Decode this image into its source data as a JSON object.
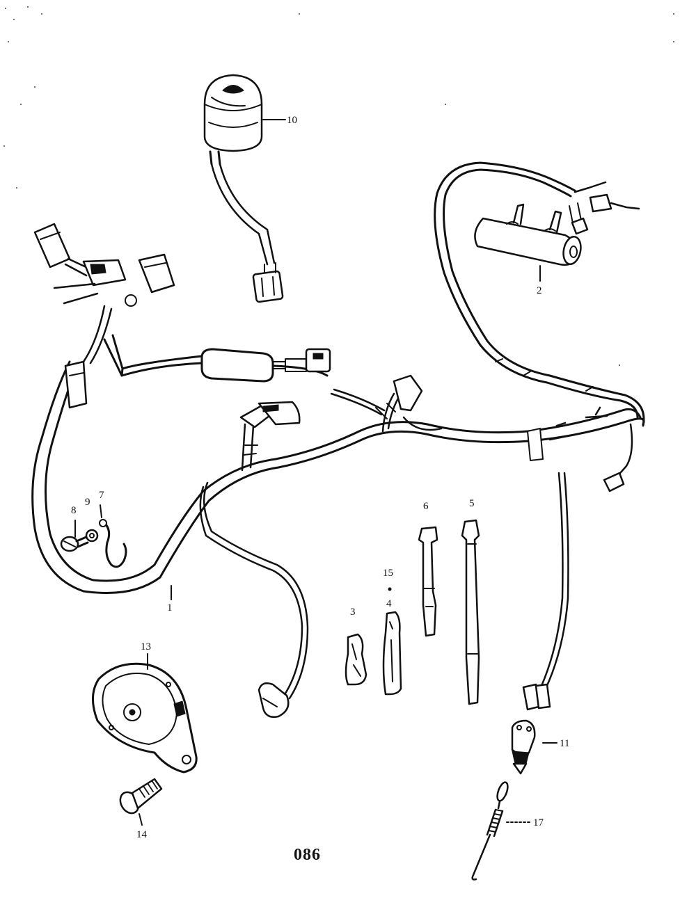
{
  "callouts": {
    "c1": "1",
    "c2": "2",
    "c3": "3",
    "c4": "4",
    "c5": "5",
    "c6": "6",
    "c7": "7",
    "c8": "8",
    "c9": "9",
    "c10": "10",
    "c11": "11",
    "c13": "13",
    "c14": "14",
    "c15": "15",
    "c17": "17"
  },
  "page_number": "086",
  "colors": {
    "ink": "#111111",
    "paper": "#ffffff"
  }
}
